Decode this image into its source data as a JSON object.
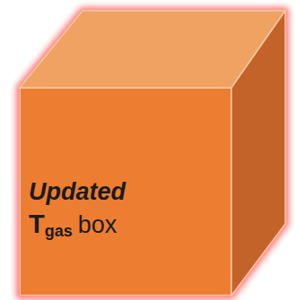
{
  "diagram": {
    "nodes": [
      {
        "text": [
          "Updated",
          "T",
          "gas",
          "box"
        ]
      }
    ]
  }
}
